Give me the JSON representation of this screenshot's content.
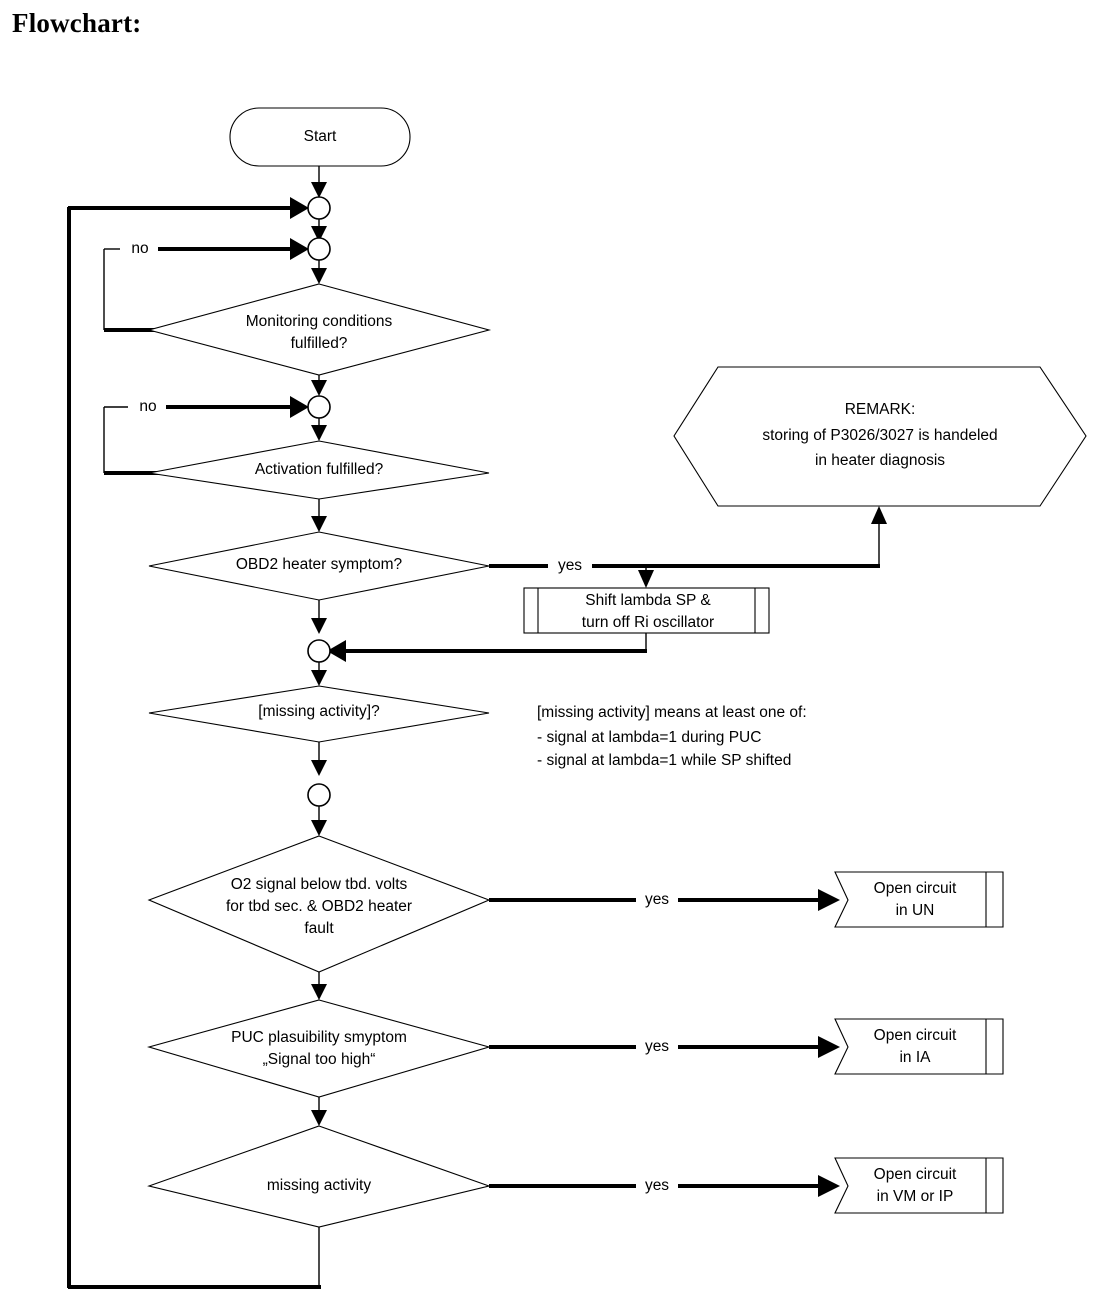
{
  "page": {
    "title": "Flowchart:",
    "background_color": "#ffffff",
    "line_color": "#000000"
  },
  "chart_data": {
    "type": "diagram",
    "title": "Flowchart:",
    "nodes": [
      {
        "id": "start",
        "shape": "terminator",
        "label": "Start"
      },
      {
        "id": "merge1",
        "shape": "connector-circle",
        "label": ""
      },
      {
        "id": "merge2",
        "shape": "connector-circle",
        "label": ""
      },
      {
        "id": "mon_cond",
        "shape": "decision",
        "label": "Monitoring conditions\nfulfilled?"
      },
      {
        "id": "merge3",
        "shape": "connector-circle",
        "label": ""
      },
      {
        "id": "activation",
        "shape": "decision",
        "label": "Activation fulfilled?"
      },
      {
        "id": "obd2",
        "shape": "decision",
        "label": "OBD2 heater symptom?"
      },
      {
        "id": "remark",
        "shape": "hexagon",
        "label": "REMARK:\nstoring of P3026/3027 is handeled\nin heater diagnosis"
      },
      {
        "id": "shift",
        "shape": "predefined-process",
        "label": "Shift lambda SP &\nturn off Ri oscillator"
      },
      {
        "id": "merge4",
        "shape": "connector-circle",
        "label": ""
      },
      {
        "id": "missing_act_q",
        "shape": "decision",
        "label": "[missing activity]?"
      },
      {
        "id": "merge5",
        "shape": "connector-circle",
        "label": ""
      },
      {
        "id": "o2_signal",
        "shape": "decision",
        "label": "O2 signal below tbd. volts\nfor tbd sec. & OBD2 heater\nfault"
      },
      {
        "id": "open_un",
        "shape": "notched-box",
        "label": "Open circuit\nin UN"
      },
      {
        "id": "puc_plaus",
        "shape": "decision",
        "label": "PUC plasuibility smyptom\n„Signal too high“"
      },
      {
        "id": "open_ia",
        "shape": "notched-box",
        "label": "Open circuit\nin IA"
      },
      {
        "id": "missing_act",
        "shape": "decision",
        "label": "missing activity"
      },
      {
        "id": "open_vmip",
        "shape": "notched-box",
        "label": "Open circuit\nin VM or IP"
      }
    ],
    "edges": [
      {
        "from": "start",
        "to": "merge1",
        "label": ""
      },
      {
        "from": "merge1",
        "to": "merge2",
        "label": ""
      },
      {
        "from": "merge2",
        "to": "mon_cond",
        "label": ""
      },
      {
        "from": "mon_cond",
        "to": "merge2",
        "label": "no"
      },
      {
        "from": "mon_cond",
        "to": "merge3",
        "label": ""
      },
      {
        "from": "merge3",
        "to": "activation",
        "label": ""
      },
      {
        "from": "activation",
        "to": "merge3",
        "label": "no"
      },
      {
        "from": "activation",
        "to": "obd2",
        "label": ""
      },
      {
        "from": "obd2",
        "to": "shift",
        "label": "yes"
      },
      {
        "from": "obd2",
        "to": "remark",
        "label": "yes"
      },
      {
        "from": "obd2",
        "to": "merge4",
        "label": ""
      },
      {
        "from": "shift",
        "to": "merge4",
        "label": ""
      },
      {
        "from": "merge4",
        "to": "missing_act_q",
        "label": ""
      },
      {
        "from": "missing_act_q",
        "to": "merge5",
        "label": ""
      },
      {
        "from": "merge5",
        "to": "o2_signal",
        "label": ""
      },
      {
        "from": "o2_signal",
        "to": "open_un",
        "label": "yes"
      },
      {
        "from": "o2_signal",
        "to": "puc_plaus",
        "label": ""
      },
      {
        "from": "puc_plaus",
        "to": "open_ia",
        "label": "yes"
      },
      {
        "from": "puc_plaus",
        "to": "missing_act",
        "label": ""
      },
      {
        "from": "missing_act",
        "to": "open_vmip",
        "label": "yes"
      },
      {
        "from": "missing_act",
        "to": "merge1",
        "label": ""
      }
    ],
    "annotations": [
      "[missing activity] means at least one of:",
      " - signal at lambda=1 during PUC",
      " - signal at lambda=1 while SP shifted"
    ]
  },
  "nodes": {
    "start": {
      "label": "Start"
    },
    "mon_cond": {
      "line1": "Monitoring conditions",
      "line2": "fulfilled?"
    },
    "activation": {
      "line1": "Activation fulfilled?"
    },
    "obd2": {
      "line1": "OBD2 heater symptom?"
    },
    "remark": {
      "line1": "REMARK:",
      "line2": "storing of P3026/3027 is handeled",
      "line3": "in heater diagnosis"
    },
    "shift": {
      "line1": "Shift lambda SP &",
      "line2": "turn off Ri oscillator"
    },
    "missing_act_q": {
      "line1": "[missing activity]?"
    },
    "o2_signal": {
      "line1": "O2 signal below tbd. volts",
      "line2": "for tbd sec. & OBD2 heater",
      "line3": "fault"
    },
    "open_un": {
      "line1": "Open circuit",
      "line2": "in UN"
    },
    "puc_plaus": {
      "line1": "PUC plasuibility smyptom",
      "line2": "„Signal too high“"
    },
    "open_ia": {
      "line1": "Open circuit",
      "line2": "in IA"
    },
    "missing_act": {
      "line1": "missing activity"
    },
    "open_vmip": {
      "line1": "Open circuit",
      "line2": "in VM or IP"
    }
  },
  "edge_labels": {
    "no_mon": "no",
    "no_act": "no",
    "yes_obd2": "yes",
    "yes_o2": "yes",
    "yes_puc": "yes",
    "yes_missing": "yes"
  },
  "annotation": {
    "line1": "[missing activity] means at least one of:",
    "line2": " - signal at lambda=1 during PUC",
    "line3": " - signal at lambda=1 while SP shifted"
  }
}
